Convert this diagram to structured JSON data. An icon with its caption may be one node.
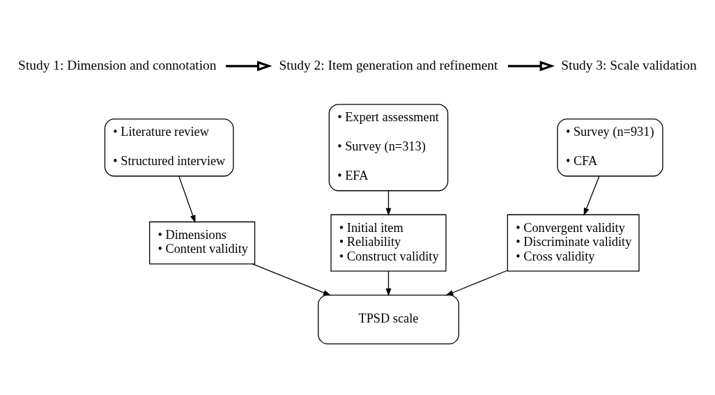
{
  "diagram": {
    "nodes": [
      {
        "text": [
          "Study 1: Dimension and connotation"
        ]
      },
      {
        "text": [
          "Study 2: Item generation and refinement"
        ]
      },
      {
        "text": [
          "Study 3: Scale validation"
        ]
      },
      {
        "text": [
          "• Literature review",
          "• Structured interview"
        ]
      },
      {
        "text": [
          "• Expert assessment",
          "• Survey (n=313)",
          "• EFA"
        ]
      },
      {
        "text": [
          "• Survey (n=931)",
          "• CFA"
        ]
      },
      {
        "text": [
          "• Dimensions",
          "• Content validity"
        ]
      },
      {
        "text": [
          "• Initial item",
          "• Reliability",
          "• Construct validity"
        ]
      },
      {
        "text": [
          "• Convergent validity",
          "• Discriminate validity",
          "• Cross validity"
        ]
      },
      {
        "text": [
          "TPSD scale"
        ]
      }
    ],
    "edges": [
      {
        "from": 0,
        "to": 1,
        "arrow": "to",
        "style": "thick"
      },
      {
        "from": 1,
        "to": 2,
        "arrow": "to",
        "style": "thick"
      },
      {
        "from": 3,
        "to": 6,
        "arrow": "to"
      },
      {
        "from": 4,
        "to": 7,
        "arrow": "to"
      },
      {
        "from": 5,
        "to": 8,
        "arrow": "to"
      },
      {
        "from": 6,
        "to": 9,
        "arrow": "to"
      },
      {
        "from": 7,
        "to": 9,
        "arrow": "to"
      },
      {
        "from": 8,
        "to": 9,
        "arrow": "to"
      }
    ]
  }
}
